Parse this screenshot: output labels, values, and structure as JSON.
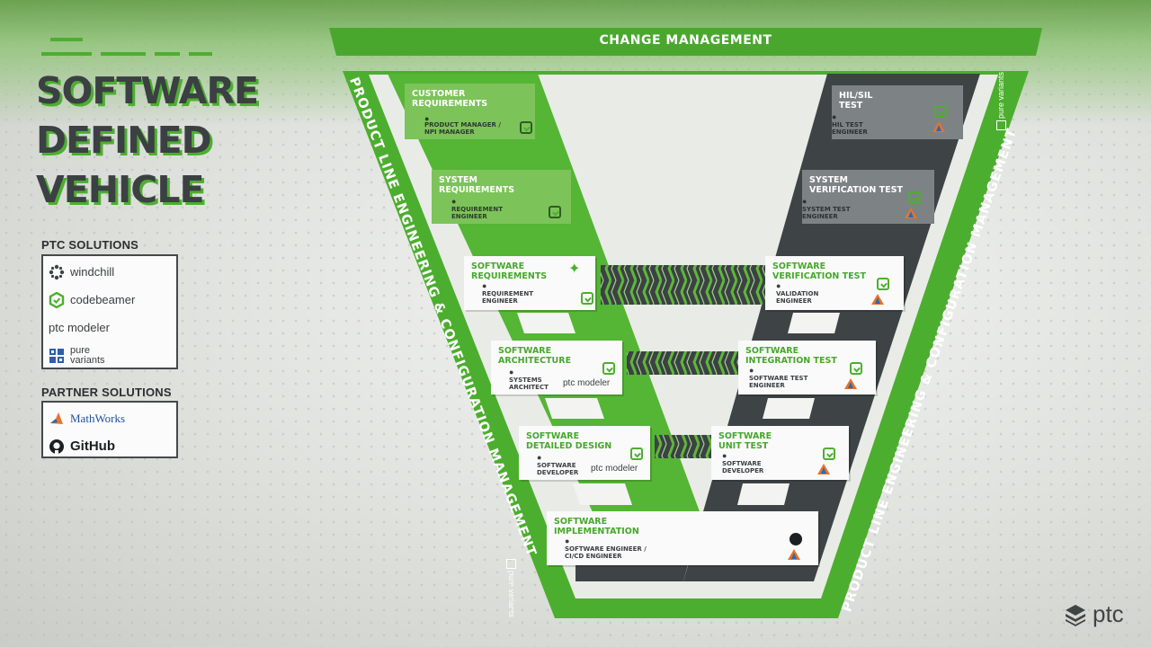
{
  "title": {
    "line1": "SOFTWARE",
    "line2": "DEFINED",
    "line3": "VEHICLE"
  },
  "ptc_solutions": {
    "heading": "PTC SOLUTIONS",
    "items": [
      "windchill",
      "codebeamer",
      "ptc modeler",
      "pure variants"
    ]
  },
  "partner_solutions": {
    "heading": "PARTNER SOLUTIONS",
    "items": [
      "MathWorks",
      "GitHub"
    ]
  },
  "banner": "CHANGE MANAGEMENT",
  "side_label": "PRODUCT LINE ENGINEERING & CONFIGURATION MANAGEMENT",
  "pure_variants_badge": "pure variants",
  "modeler_label": "ptc modeler",
  "left": [
    {
      "title": "CUSTOMER REQUIREMENTS",
      "role": "PRODUCT MANAGER / NPI MANAGER"
    },
    {
      "title": "SYSTEM REQUIREMENTS",
      "role": "REQUIREMENT ENGINEER"
    },
    {
      "title": "SOFTWARE REQUIREMENTS",
      "role": "REQUIREMENT ENGINEER"
    },
    {
      "title": "SOFTWARE ARCHITECTURE",
      "role": "SYSTEMS ARCHITECT"
    },
    {
      "title": "SOFTWARE DETAILED DESIGN",
      "role": "SOFTWARE DEVELOPER"
    }
  ],
  "bottom": {
    "title": "SOFTWARE IMPLEMENTATION",
    "role": "SOFTWARE ENGINEER / CI/CD ENGINEER"
  },
  "right": [
    {
      "title": "HIL/SIL TEST",
      "role": "HIL TEST ENGINEER"
    },
    {
      "title": "SYSTEM VERIFICATION TEST",
      "role": "SYSTEM TEST ENGINEER"
    },
    {
      "title": "SOFTWARE VERIFICATION TEST",
      "role": "VALIDATION ENGINEER"
    },
    {
      "title": "SOFTWARE INTEGRATION TEST",
      "role": "SOFTWARE TEST ENGINEER"
    },
    {
      "title": "SOFTWARE UNIT TEST",
      "role": "SOFTWARE DEVELOPER"
    }
  ],
  "brand": "ptc"
}
